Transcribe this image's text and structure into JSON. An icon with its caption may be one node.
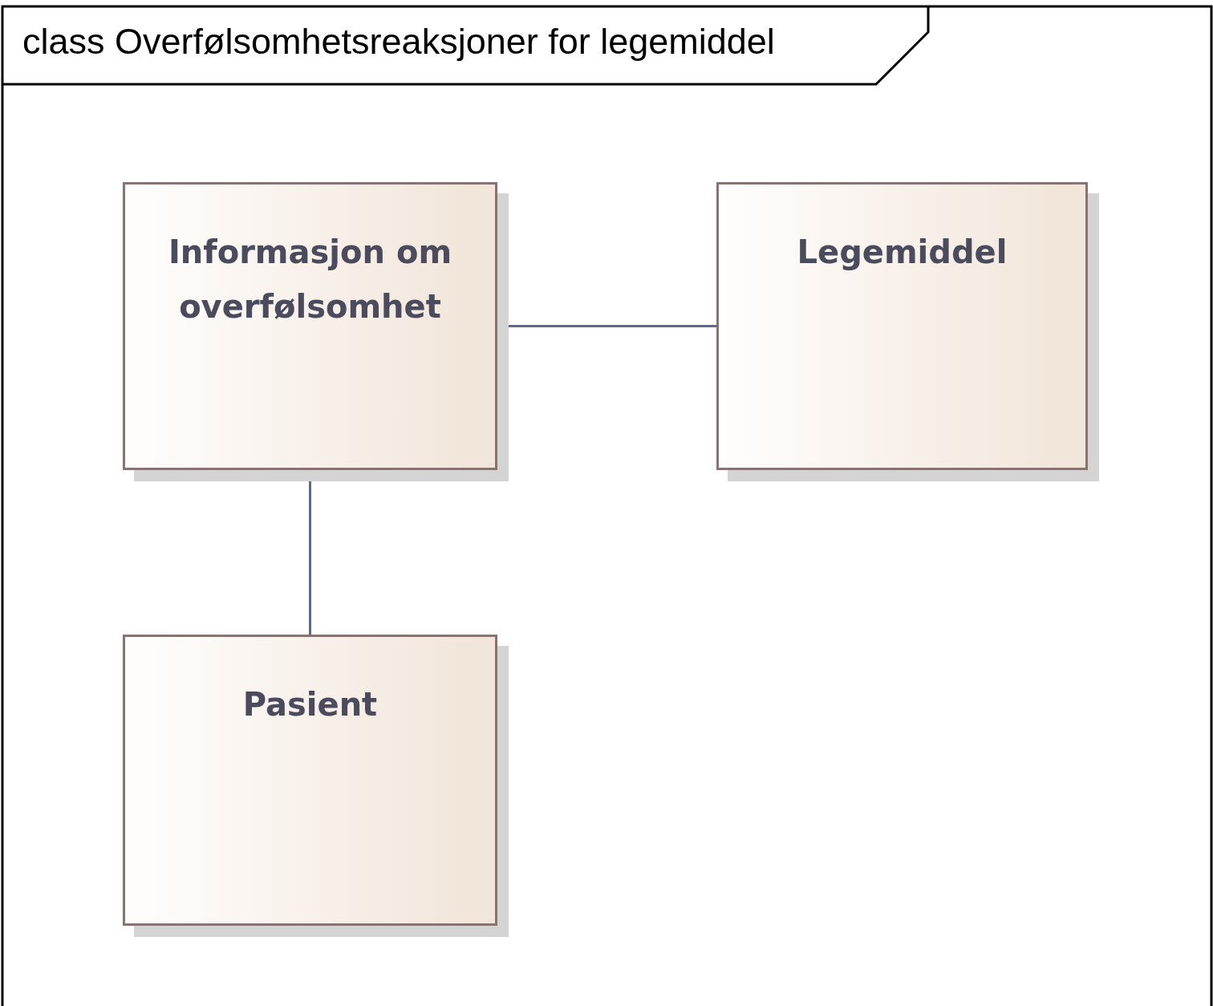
{
  "diagram": {
    "title": "class Overfølsomhetsreaksjoner for legemiddel",
    "nodes": [
      {
        "text": [
          "Informasjon om overfølsomhet"
        ]
      },
      {
        "text": [
          "Legemiddel"
        ]
      },
      {
        "text": [
          "Pasient"
        ]
      }
    ],
    "edges": [
      {
        "from": 0,
        "to": 1,
        "arrow": "none"
      },
      {
        "from": 0,
        "to": 2,
        "arrow": "none"
      }
    ]
  }
}
